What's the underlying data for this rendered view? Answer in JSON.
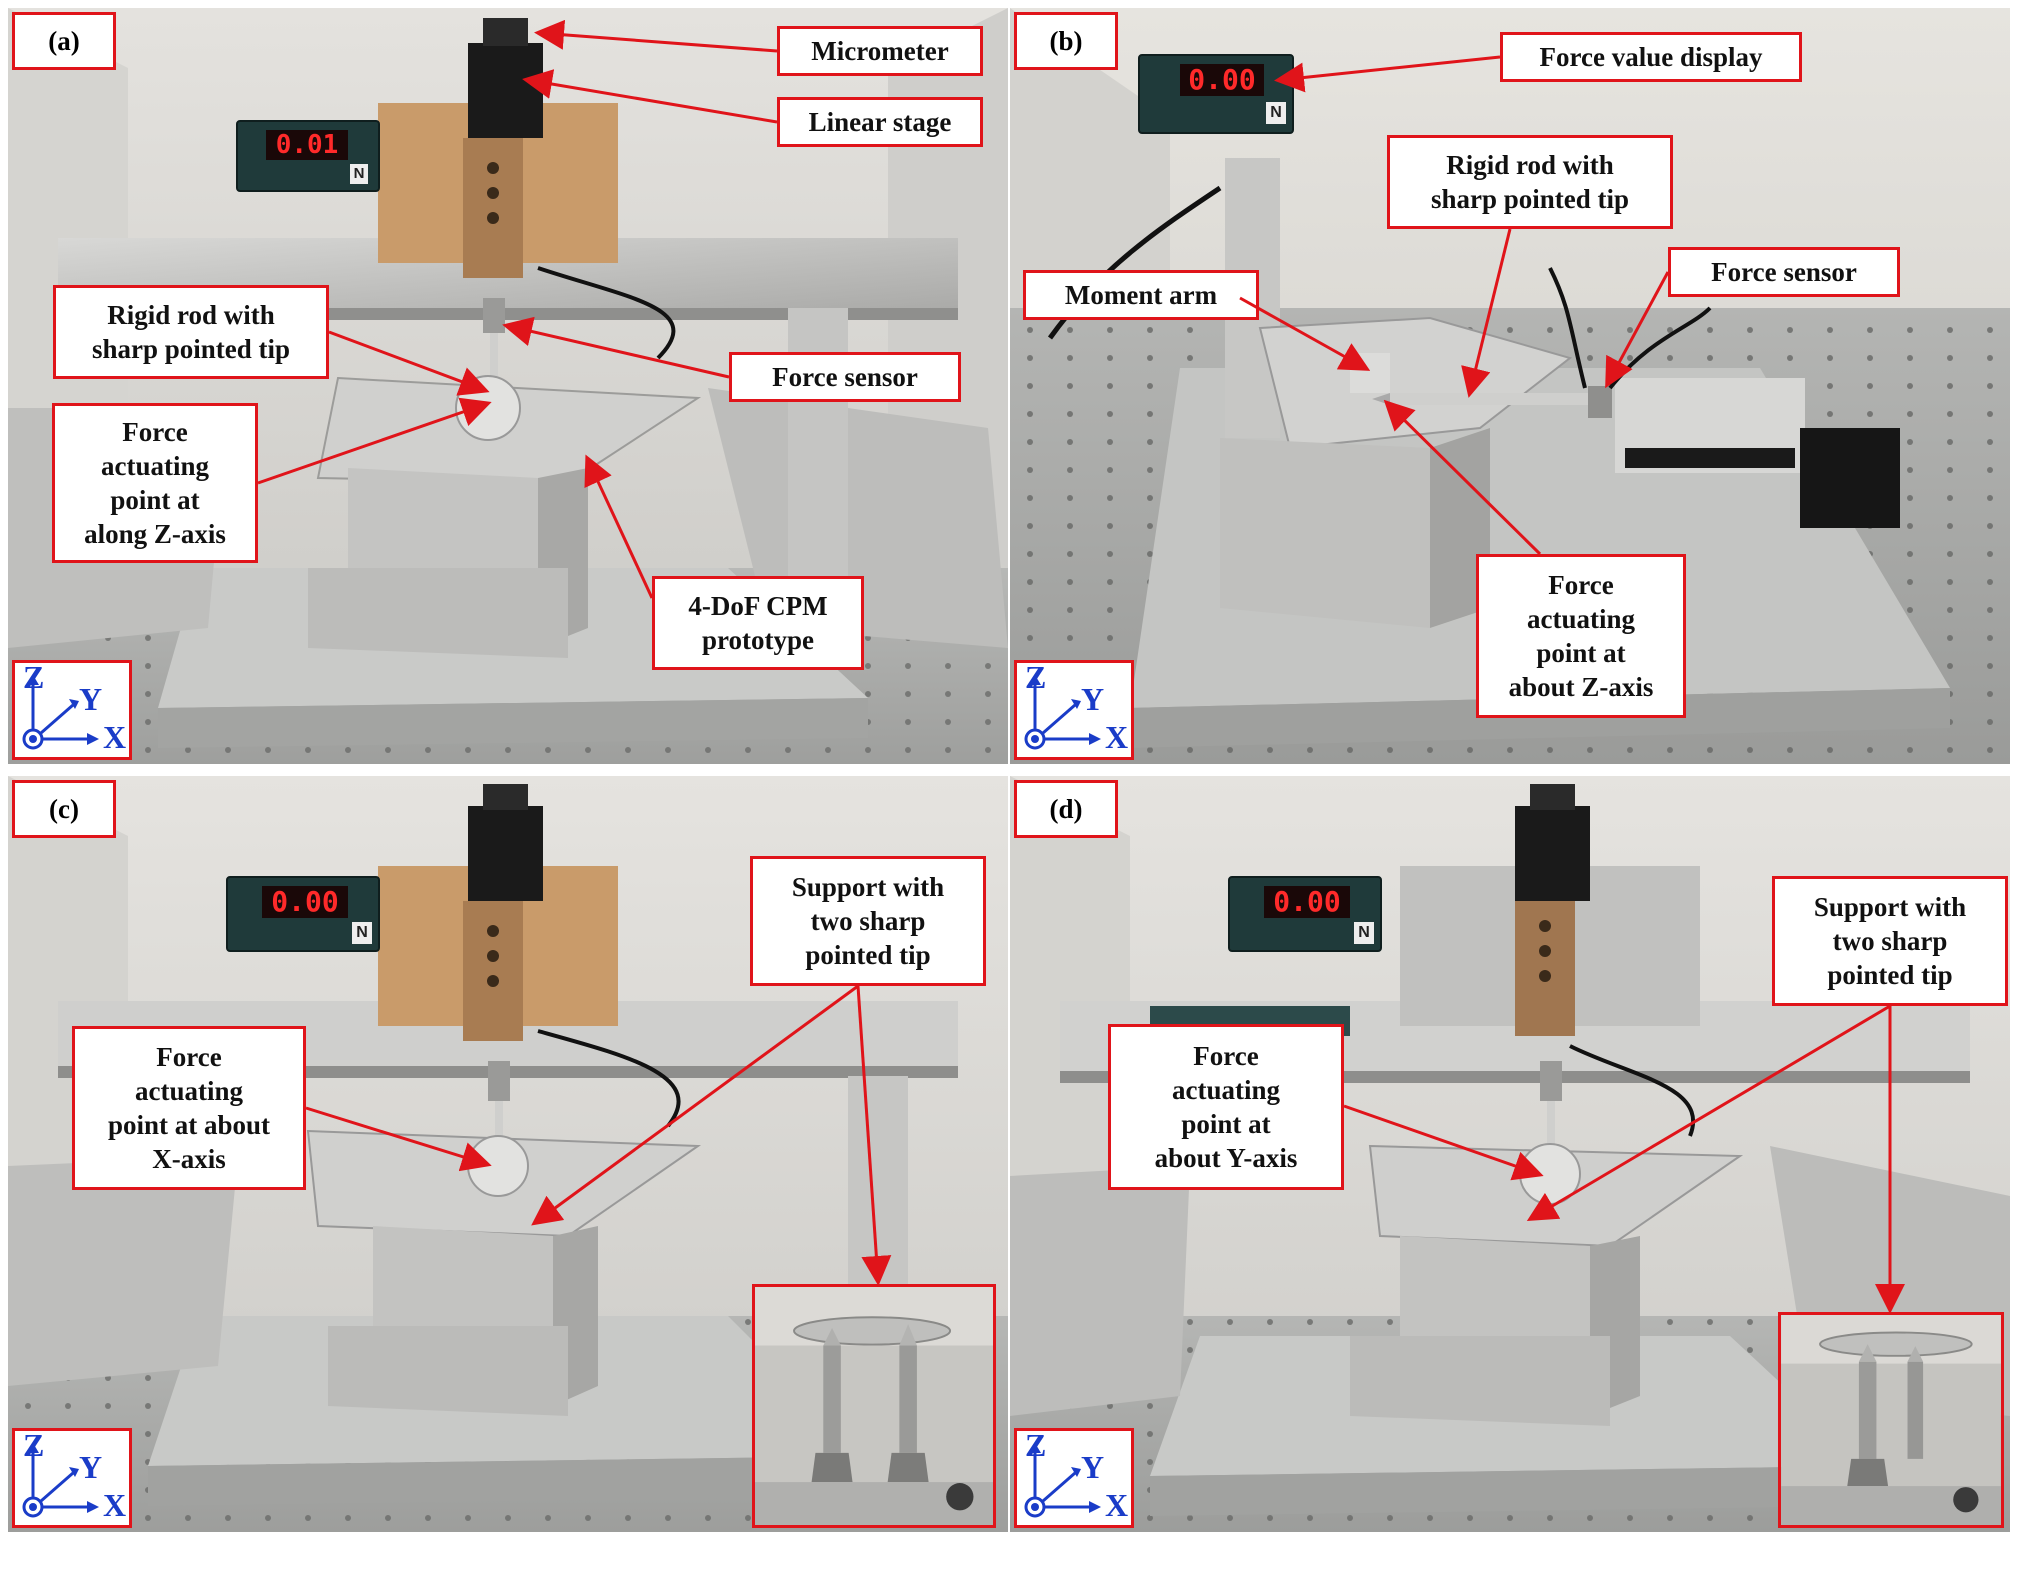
{
  "panels": {
    "a": {
      "id": "(a)",
      "display_value": "0.01",
      "display_unit": "N",
      "labels": {
        "micrometer": "Micrometer",
        "linear_stage": "Linear stage",
        "rigid_rod": "Rigid rod with\nsharp pointed tip",
        "force_sensor": "Force sensor",
        "force_point": "Force\nactuating\npoint at\nalong Z-axis",
        "prototype": "4-DoF CPM\nprototype"
      }
    },
    "b": {
      "id": "(b)",
      "display_value": "0.00",
      "display_unit": "N",
      "labels": {
        "force_display": "Force value display",
        "rigid_rod": "Rigid rod with\nsharp pointed tip",
        "moment_arm": "Moment arm",
        "force_sensor": "Force sensor",
        "force_point": "Force\nactuating\npoint at\nabout Z-axis"
      }
    },
    "c": {
      "id": "(c)",
      "display_value": "0.00",
      "display_unit": "N",
      "labels": {
        "support": "Support with\ntwo sharp\npointed tip",
        "force_point": "Force\nactuating\npoint at about\nX-axis"
      }
    },
    "d": {
      "id": "(d)",
      "display_value": "0.00",
      "display_unit": "N",
      "labels": {
        "support": "Support with\ntwo sharp\npointed tip",
        "force_point": "Force\nactuating\npoint at\nabout Y-axis"
      }
    }
  },
  "axes": {
    "z": "Z",
    "y": "Y",
    "x": "X"
  },
  "colors": {
    "annotation_red": "#e0141a",
    "axis_blue": "#1a3cc8",
    "display_red": "#ff2a2a"
  }
}
